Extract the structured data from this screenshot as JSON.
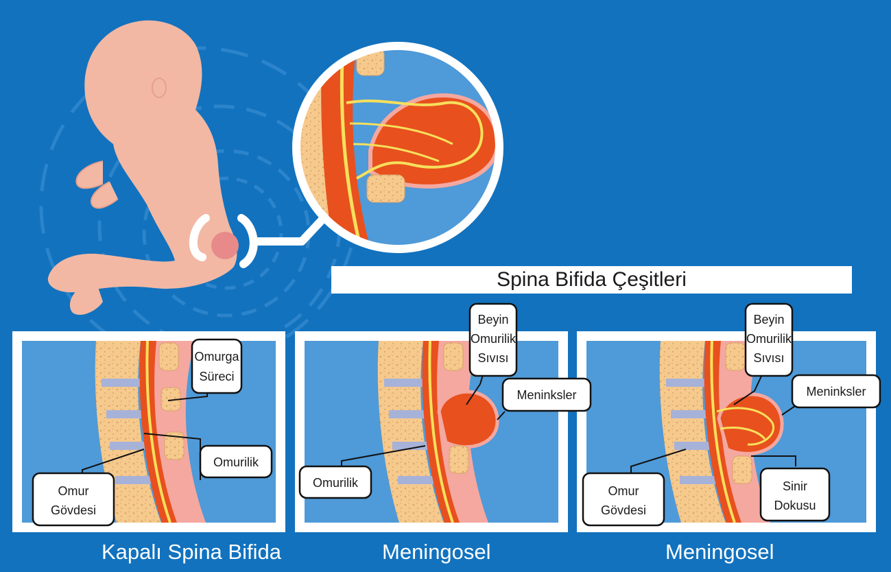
{
  "title": "Spina Bifida Çeşitleri",
  "panels": [
    {
      "caption": "Kapalı Spina Bifida",
      "labels": {
        "omurga": [
          "Omurga",
          "Süreci"
        ],
        "omurilik": "Omurilik",
        "omur": [
          "Omur",
          "Gövdesi"
        ]
      }
    },
    {
      "caption": "Meningosel",
      "labels": {
        "beyin": [
          "Beyin",
          "Omurilik",
          "Sıvısı"
        ],
        "meninksler": "Meninksler",
        "omurilik": "Omurilik"
      }
    },
    {
      "caption": "Meningosel",
      "labels": {
        "beyin": [
          "Beyin",
          "Omurilik",
          "Sıvısı"
        ],
        "meninksler": "Meninksler",
        "omur": [
          "Omur",
          "Gövdesi"
        ],
        "sinir": [
          "Sinir",
          "Dokusu"
        ]
      }
    }
  ],
  "colors": {
    "background": "#1272be",
    "panel_bg": "#4f9ad8",
    "spinal_cord": "#e8501e",
    "nerve": "#f6e05c",
    "vertebra": "#f6c98c",
    "disc": "#a7b2d9",
    "skin": "#f2b8a3"
  }
}
